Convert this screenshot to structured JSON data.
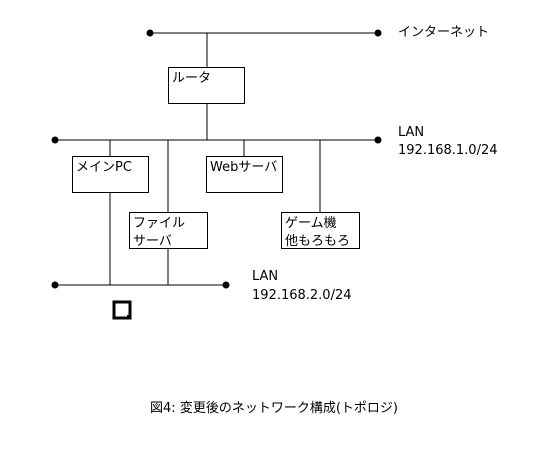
{
  "diagram": {
    "internet_label": "インターネット",
    "router_label": "ルータ",
    "lan1": {
      "name": "LAN",
      "subnet": "192.168.1.0/24"
    },
    "lan2": {
      "name": "LAN",
      "subnet": "192.168.2.0/24"
    },
    "nodes": {
      "main_pc": "メインPC",
      "web_server": "Webサーバ",
      "file_server_line1": "ファイル",
      "file_server_line2": "サーバ",
      "game_line1": "ゲーム機",
      "game_line2": "他もろもろ"
    },
    "caption": "図4: 変更後のネットワーク構成(トポロジ)"
  }
}
